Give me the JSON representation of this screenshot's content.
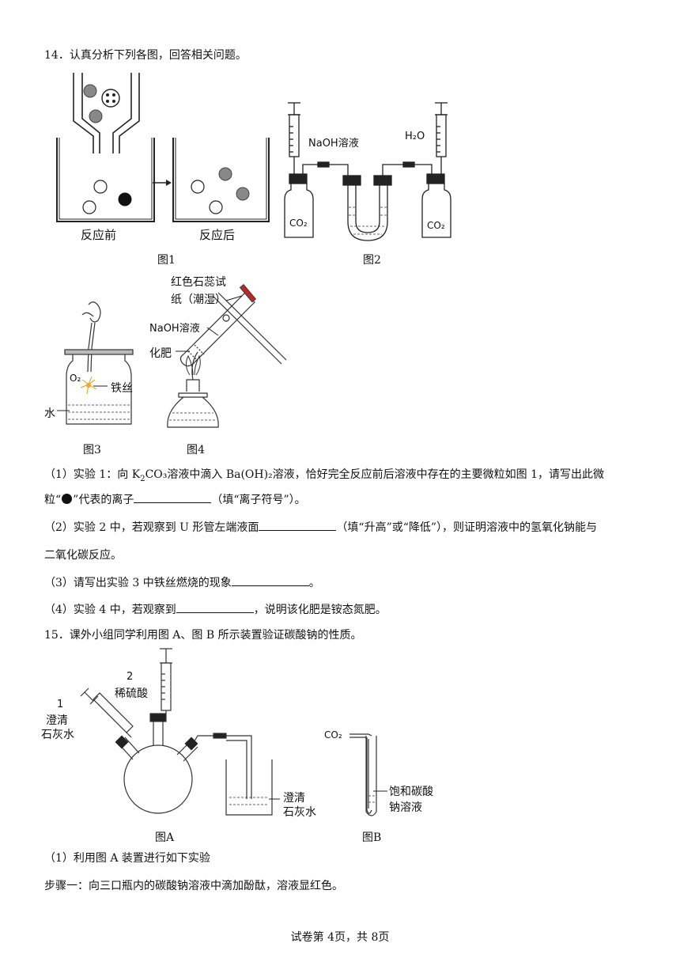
{
  "q14": {
    "stem": "14．认真分析下列各图，回答相关问题。",
    "fig1": {
      "before": "反应前",
      "after": "反应后",
      "caption": "图1"
    },
    "fig2": {
      "naoh": "NaOH溶液",
      "h2o": "H₂O",
      "co2_left": "CO₂",
      "co2_right": "CO₂",
      "caption": "图2"
    },
    "fig3": {
      "o2": "O₂",
      "iron": "铁丝",
      "water": "水",
      "caption": "图3"
    },
    "fig4": {
      "litmus_line1": "红色石蕊试",
      "litmus_line2": "纸（潮湿）",
      "naoh": "NaOH溶液",
      "fertilizer": "化肥",
      "caption": "图4"
    },
    "p1_a": "（1）实验 1：向 K",
    "p1_k2co3_tail": "CO₃溶液中滴入 Ba(OH)₂溶液，恰好完全反应前后溶液中存在的主要微粒如图 1，请写出此微",
    "p1_b1": "粒“",
    "p1_b2": "”代表的离子",
    "p1_b3": "（填“离子符号”）。",
    "p2_a": "（2）实验 2 中，若观察到 U 形管左端液面",
    "p2_b": "（填“升高”或“降低”），则证明溶液中的氢氧化钠能与",
    "p2_c": "二氧化碳反应。",
    "p3_a": "（3）请写出实验 3 中铁丝燃烧的现象",
    "p3_b": "。",
    "p4_a": "（4）实验 4 中，若观察到",
    "p4_b": "，说明该化肥是铵态氮肥。"
  },
  "q15": {
    "stem": "15．课外小组同学利用图 A、图 B 所示装置验证碳酸钠的性质。",
    "figA": {
      "num1": "1",
      "lime1_l1": "澄清",
      "lime1_l2": "石灰水",
      "num2": "2",
      "acid": "稀硫酸",
      "lime2_l1": "澄清",
      "lime2_l2": "石灰水",
      "caption": "图A"
    },
    "figB": {
      "co2": "CO₂",
      "sol_l1": "饱和碳酸",
      "sol_l2": "钠溶液",
      "caption": "图B"
    },
    "p1": "（1）利用图 A 装置进行如下实验",
    "step1": "步骤一：向三口瓶内的碳酸钠溶液中滴加酚酞，溶液显红色。"
  },
  "footer": "试卷第 4页，共 8页"
}
